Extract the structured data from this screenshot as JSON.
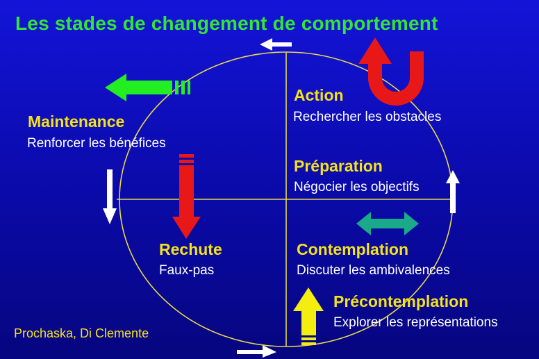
{
  "title": "Les stades de changement de comportement",
  "stages": {
    "action": {
      "name": "Action",
      "description": "Rechercher les obstacles"
    },
    "maintenance": {
      "name": "Maintenance",
      "description": "Renforcer les bénéfices"
    },
    "preparation": {
      "name": "Préparation",
      "description": "Négocier les objectifs"
    },
    "rechute": {
      "name": "Rechute",
      "description": "Faux-pas"
    },
    "contemplation": {
      "name": "Contemplation",
      "description": "Discuter les ambivalences"
    },
    "precontemplation": {
      "name": "Précontemplation",
      "description": "Explorer les représentations"
    }
  },
  "credit": "Prochaska, Di Clemente",
  "colors": {
    "title": "#33e633",
    "stage_name": "#f4e21a",
    "circle": "#e8d84a",
    "green_arrow": "#22ee22",
    "red_arrow": "#e81818",
    "teal_arrow": "#1aaa8a",
    "yellow_arrow": "#f4ee10",
    "white_arrow": "#ffffff"
  },
  "icons": [
    "arrow-left-icon",
    "u-turn-arrow-icon",
    "arrow-down-icon",
    "arrow-up-icon",
    "double-arrow-icon"
  ]
}
